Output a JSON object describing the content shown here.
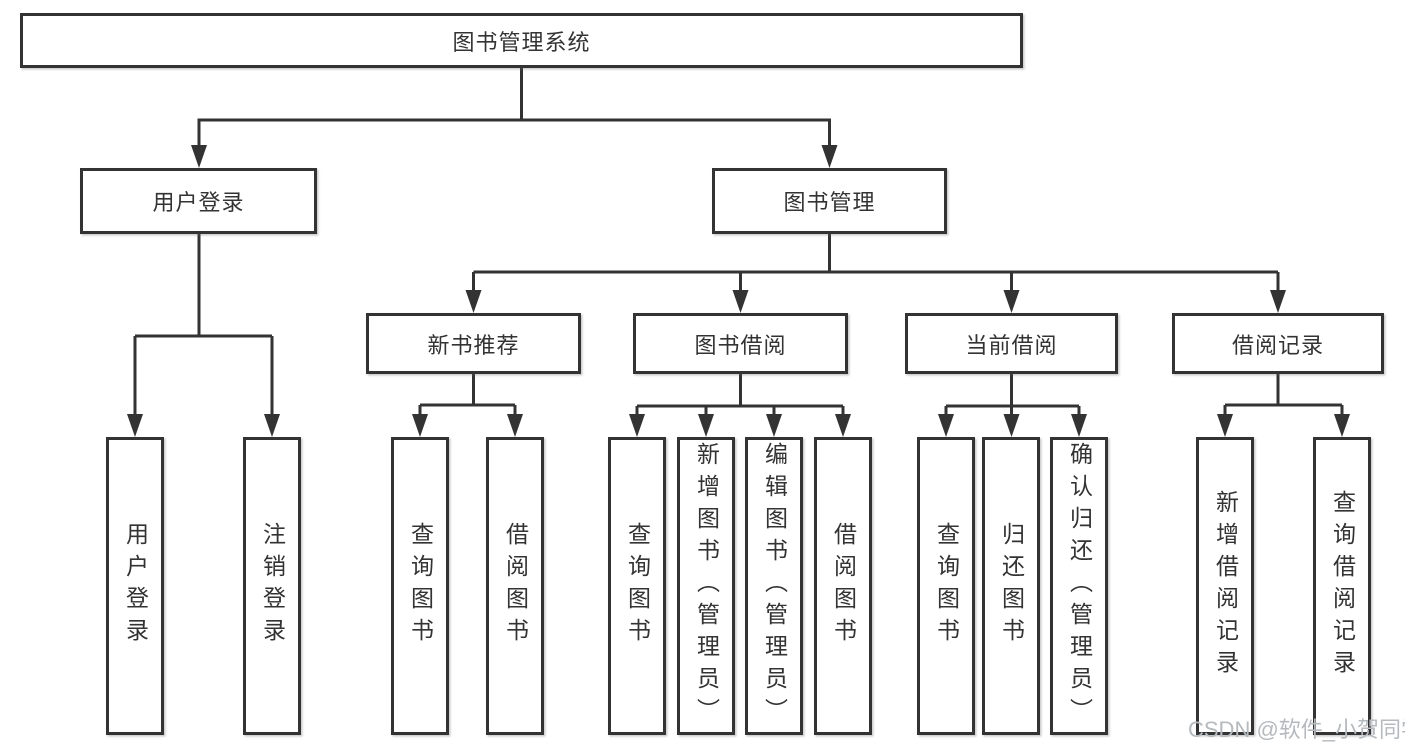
{
  "tree": {
    "label": "图书管理系统",
    "children": [
      {
        "label": "用户登录",
        "children": [
          {
            "label": "用户登录"
          },
          {
            "label": "注销登录"
          }
        ]
      },
      {
        "label": "图书管理",
        "children": [
          {
            "label": "新书推荐",
            "children": [
              {
                "label": "查询图书"
              },
              {
                "label": "借阅图书"
              }
            ]
          },
          {
            "label": "图书借阅",
            "children": [
              {
                "label": "查询图书"
              },
              {
                "label": "新增图书（管理员）"
              },
              {
                "label": "编辑图书（管理员）"
              },
              {
                "label": "借阅图书"
              }
            ]
          },
          {
            "label": "当前借阅",
            "children": [
              {
                "label": "查询图书"
              },
              {
                "label": "归还图书"
              },
              {
                "label": "确认归还（管理员）"
              }
            ]
          },
          {
            "label": "借阅记录",
            "children": [
              {
                "label": "新增借阅记录"
              },
              {
                "label": "查询借阅记录"
              }
            ]
          }
        ]
      }
    ]
  },
  "watermark": {
    "text": "CSDN @软件_小贺同学"
  },
  "colors": {
    "line": "#333333",
    "text": "#333333",
    "watermark": "#b5babe",
    "background": "#ffffff"
  }
}
